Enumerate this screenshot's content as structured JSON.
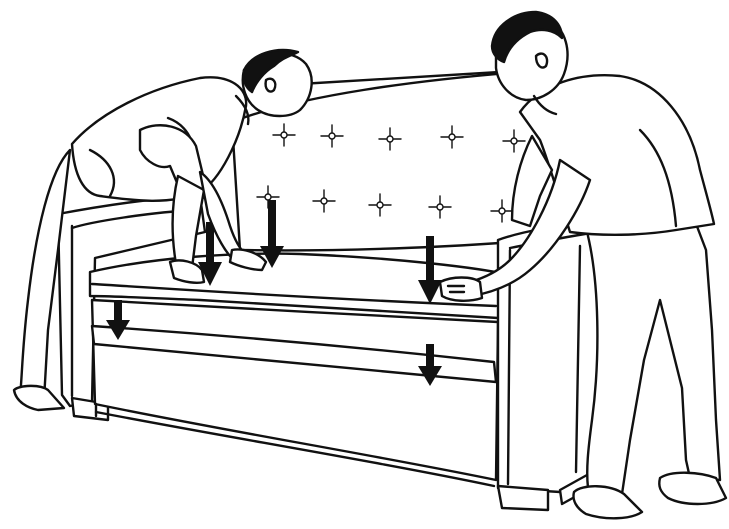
{
  "illustration": {
    "subject": "two-people-pressing-sofa-cushions-down",
    "colors": {
      "ink": "#111111",
      "paper": "#ffffff"
    },
    "arrows": [
      {
        "id": "seat-left-arrow",
        "direction": "down"
      },
      {
        "id": "seat-center-arrow",
        "direction": "down"
      },
      {
        "id": "seat-right-arrow",
        "direction": "down"
      },
      {
        "id": "base-left-arrow",
        "direction": "down"
      },
      {
        "id": "base-right-arrow",
        "direction": "down"
      }
    ],
    "people": [
      {
        "id": "left-person",
        "pose": "leaning-over-sofa"
      },
      {
        "id": "right-person",
        "pose": "standing-pressing-arm"
      }
    ]
  }
}
